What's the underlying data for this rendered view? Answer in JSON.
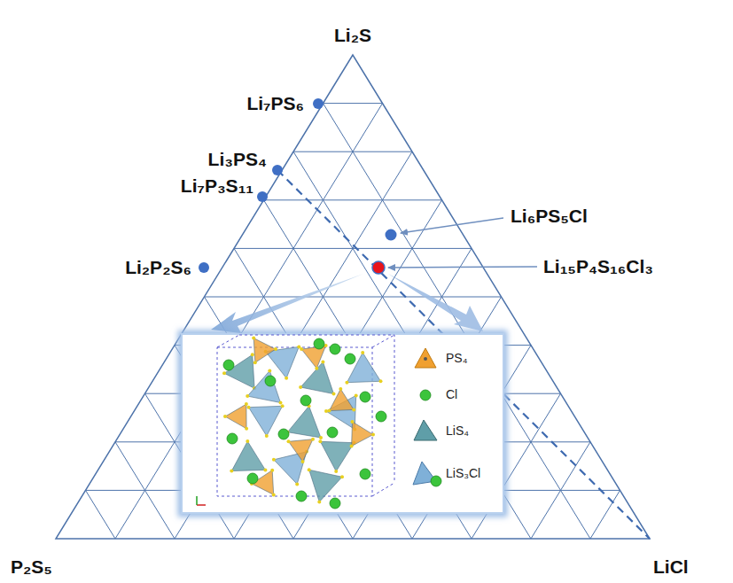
{
  "diagram": {
    "labels": [
      "Li₂S",
      "Li₇PS₆",
      "Li₃PS₄",
      "Li₇P₃S₁₁",
      "Li₆PS₅Cl",
      "Li₁₅P₄S₁₆Cl₃",
      "Li₂P₂S₆",
      "P₂S₅",
      "LiCl"
    ],
    "legend": [
      {
        "text": "PS₄"
      },
      {
        "text": "Cl"
      },
      {
        "text": "LiS₄"
      },
      {
        "text": "LiS₃Cl"
      }
    ]
  }
}
